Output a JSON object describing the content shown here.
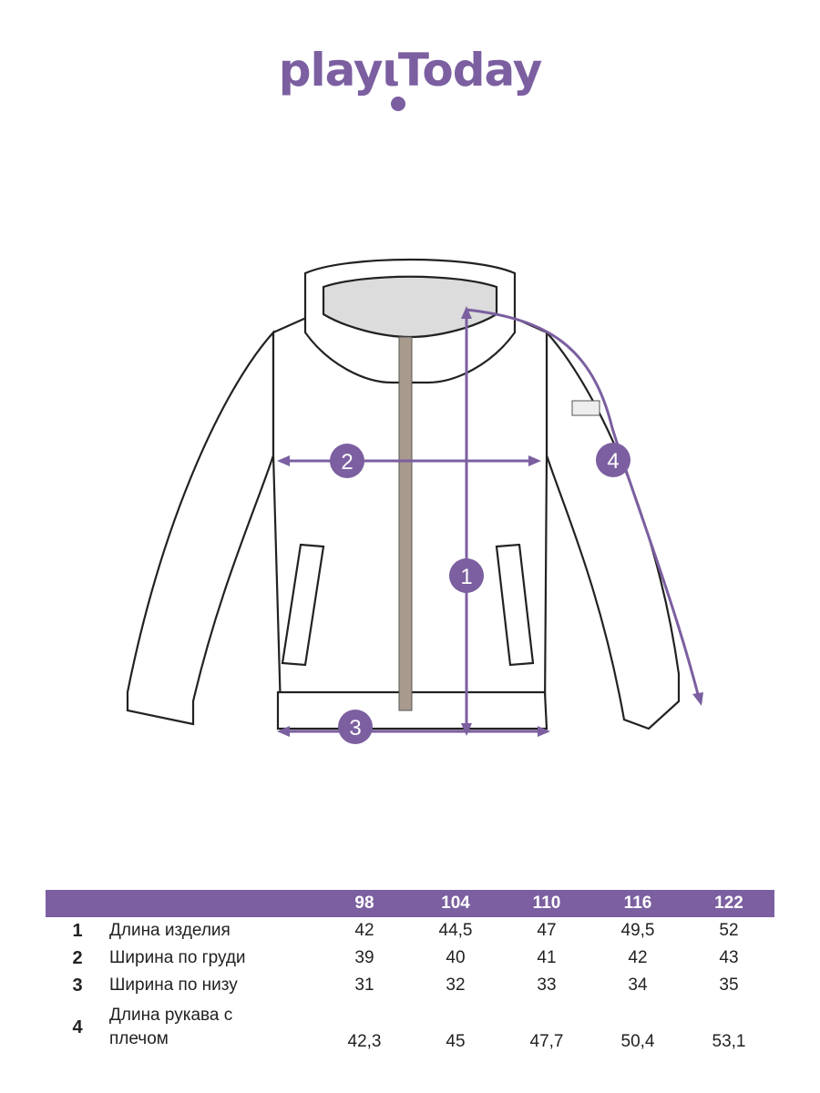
{
  "brand": {
    "logo_text": "playToday",
    "accent": "#7b5fa0"
  },
  "markers": [
    "1",
    "2",
    "3",
    "4"
  ],
  "table": {
    "sizes": [
      "98",
      "104",
      "110",
      "116",
      "122"
    ],
    "rows": [
      {
        "num": "1",
        "label": "Длина изделия",
        "values": [
          "42",
          "44,5",
          "47",
          "49,5",
          "52"
        ]
      },
      {
        "num": "2",
        "label": "Ширина по груди",
        "values": [
          "39",
          "40",
          "41",
          "42",
          "43"
        ]
      },
      {
        "num": "3",
        "label": "Ширина по низу",
        "values": [
          "31",
          "32",
          "33",
          "34",
          "35"
        ]
      },
      {
        "num": "4",
        "label": "Длина рукава с плечом",
        "values": [
          "42,3",
          "45",
          "47,7",
          "50,4",
          "53,1"
        ]
      }
    ]
  }
}
